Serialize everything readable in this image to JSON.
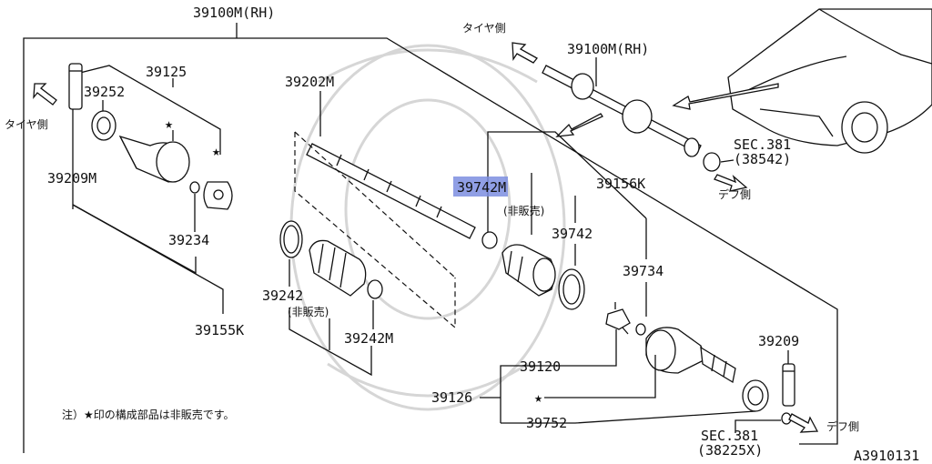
{
  "diagram": {
    "title": "39100M(RH)",
    "figure_code": "A3910131",
    "note": "注）★印の構成部品は非販売です。",
    "direction_labels": {
      "tire_left": "タイヤ側",
      "tire_top": "タイヤ側",
      "diff_right_top": "デフ側",
      "diff_right_bottom": "デフ側"
    },
    "part_labels": {
      "p39100m_inset": "39100M(RH)",
      "p39125": "39125",
      "p39252": "39252",
      "p39209m": "39209M",
      "p39234": "39234",
      "p39202m": "39202M",
      "p39742m": "39742M",
      "not_for_sale_1": "(非販売)",
      "p39742": "39742",
      "p39156k": "39156K",
      "p39734": "39734",
      "p39242": "39242",
      "not_for_sale_2": "(非販売)",
      "p39242m": "39242M",
      "p39155k": "39155K",
      "p39120": "39120",
      "p39126": "39126",
      "p39752": "39752",
      "p39209": "39209",
      "sec381_top": "SEC.381",
      "sec381_top_code": "(38542)",
      "sec381_bottom": "SEC.381",
      "sec381_bottom_code": "(38225X)"
    },
    "highlight_color": "#7d8ee0"
  }
}
